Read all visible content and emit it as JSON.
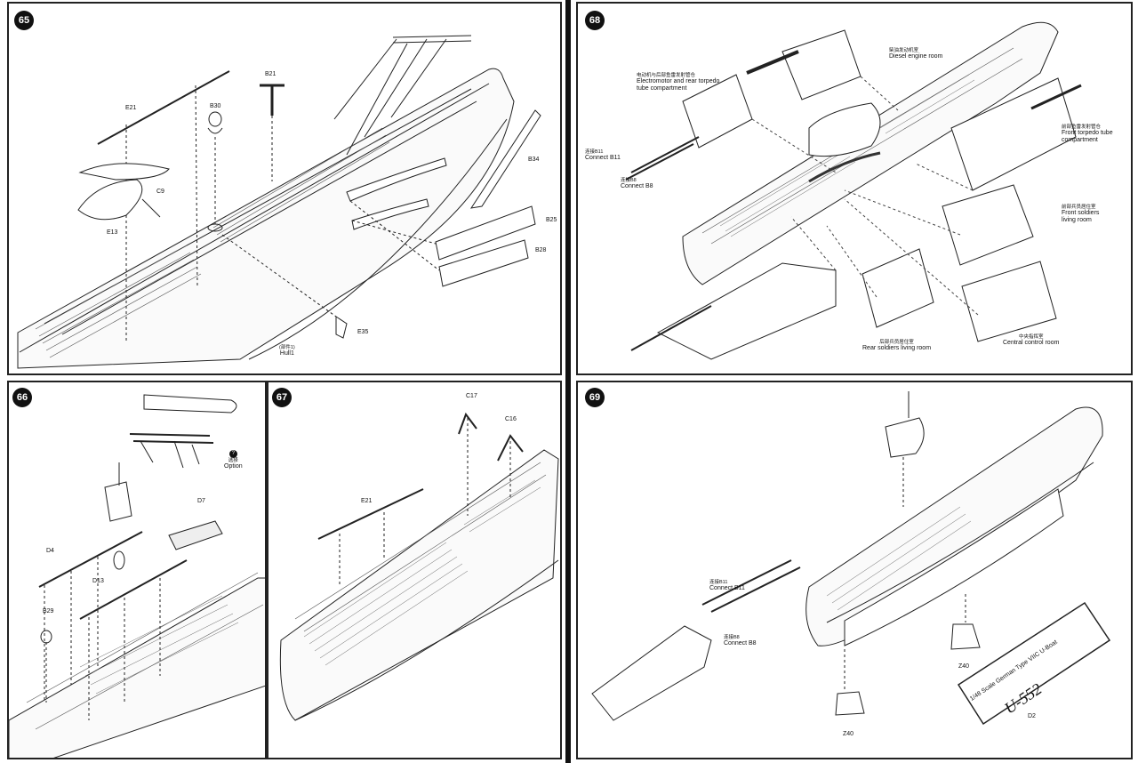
{
  "steps": {
    "s65": {
      "number": "65",
      "parts": {
        "E21": "E21",
        "B21": "B21",
        "B30": "B30",
        "C9": "C9",
        "E13": "E13",
        "B34": "B34",
        "B25": "B25",
        "B28": "B28",
        "E35": "E35"
      },
      "hull": {
        "cn": "(部件1)",
        "en": "Hull1"
      }
    },
    "s68": {
      "number": "68",
      "diesel": {
        "cn": "柴油发动机室",
        "en": "Diesel engine room"
      },
      "electro": {
        "cn": "电动机与后部鱼雷发射管仓",
        "en1": "Electromotor and rear torpedo",
        "en2": "tube compartment"
      },
      "b11": {
        "cn": "连接B11",
        "en": "Connect B11"
      },
      "b8": {
        "cn": "连接B8",
        "en": "Connect B8"
      },
      "front_torpedo": {
        "cn": "前部鱼雷发射管仓",
        "en1": "Front torpedo tube",
        "en2": "compartment"
      },
      "front_soldiers": {
        "cn": "前部兵员居住室",
        "en1": "Front soldiers",
        "en2": "living room"
      },
      "rear_soldiers": {
        "cn": "后部兵员居住室",
        "en": "Rear soldiers living room"
      },
      "central": {
        "cn": "中央指挥室",
        "en": "Central control room"
      }
    },
    "s66": {
      "number": "66",
      "parts": {
        "D4": "D4",
        "D7": "D7",
        "D13": "D13",
        "B29": "B29"
      },
      "option": {
        "cn": "选择",
        "en": "Option",
        "mark": "?"
      }
    },
    "s67": {
      "number": "67",
      "parts": {
        "E21": "E21",
        "C17": "C17",
        "C16": "C16"
      }
    },
    "s69": {
      "number": "69",
      "b11": {
        "cn": "连接B11",
        "en": "Connect B11"
      },
      "b8": {
        "cn": "连接B8",
        "en": "Connect B8"
      },
      "parts": {
        "Z40a": "Z40",
        "Z40b": "Z40",
        "D2": "D2"
      },
      "plaque": {
        "title": "1/48 Scale German Type VIIC U-Boat",
        "number": "U-552"
      }
    }
  }
}
